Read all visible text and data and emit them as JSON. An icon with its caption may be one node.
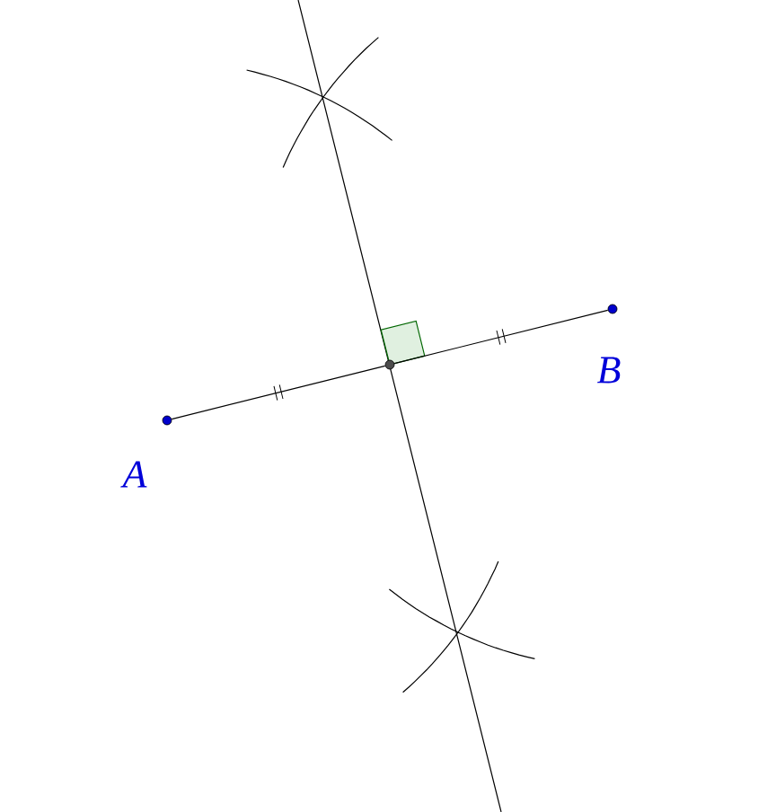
{
  "diagram": {
    "nodes": [
      {
        "text": [],
        "shape": "circle",
        "beside": [
          "A"
        ]
      },
      {
        "text": [],
        "shape": "circle",
        "beside": [
          "B"
        ]
      },
      {
        "text": [],
        "shape": "circle"
      }
    ],
    "edges": [
      {
        "from": 0,
        "to": 2,
        "arrow": "none"
      },
      {
        "from": 2,
        "to": 1,
        "arrow": "none"
      }
    ]
  }
}
